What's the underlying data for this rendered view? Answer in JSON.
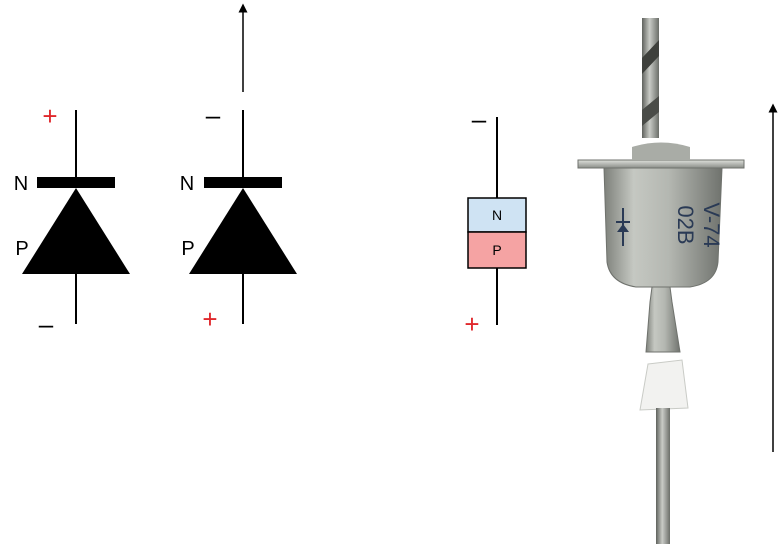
{
  "colors": {
    "line": "#000000",
    "sign_red": "#e0282c",
    "n_fill": "#cfe3f3",
    "p_fill": "#f5a3a3",
    "metal_light": "#d7d9d4",
    "metal_mid": "#a9aca6",
    "metal_dark": "#6d706b",
    "background": "#ffffff"
  },
  "diode_symbol_forward": {
    "top_sign": "+",
    "bottom_sign": "–",
    "n_label": "N",
    "p_label": "P"
  },
  "diode_symbol_reverse": {
    "top_sign": "–",
    "bottom_sign": "+",
    "n_label": "N",
    "p_label": "P"
  },
  "pn_block": {
    "top_sign": "–",
    "bottom_sign": "+",
    "n_label": "N",
    "p_label": "P"
  },
  "photo": {
    "body_text_line1": "V-74",
    "body_text_line2": "02B",
    "icons": [
      "metal-can-diode-photo",
      "diode-mark-icon"
    ]
  }
}
